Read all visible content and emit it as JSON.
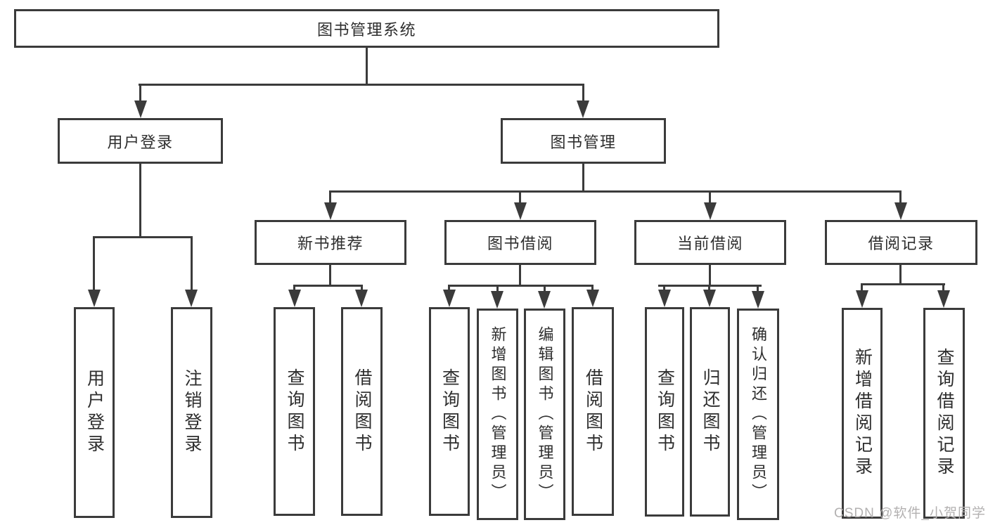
{
  "diagram": {
    "root": {
      "label": "图书管理系统"
    },
    "branches": [
      {
        "label": "用户登录",
        "children": [
          {
            "label": "用户登录"
          },
          {
            "label": "注销登录"
          }
        ]
      },
      {
        "label": "图书管理",
        "sections": [
          {
            "label": "新书推荐",
            "children": [
              {
                "label": "查询图书"
              },
              {
                "label": "借阅图书"
              }
            ]
          },
          {
            "label": "图书借阅",
            "children": [
              {
                "label": "查询图书"
              },
              {
                "label": "新增图书（管理员）"
              },
              {
                "label": "编辑图书（管理员）"
              },
              {
                "label": "借阅图书"
              }
            ]
          },
          {
            "label": "当前借阅",
            "children": [
              {
                "label": "查询图书"
              },
              {
                "label": "归还图书"
              },
              {
                "label": "确认归还（管理员）"
              }
            ]
          },
          {
            "label": "借阅记录",
            "children": [
              {
                "label": "新增借阅记录"
              },
              {
                "label": "查询借阅记录"
              }
            ]
          }
        ]
      }
    ]
  },
  "watermark": {
    "label": "CSDN @软件_小贺同学"
  },
  "colors": {
    "line": "#3b3b3b",
    "text": "#2e2e2e",
    "watermark": "#b3b1b1",
    "background": "#ffffff"
  }
}
